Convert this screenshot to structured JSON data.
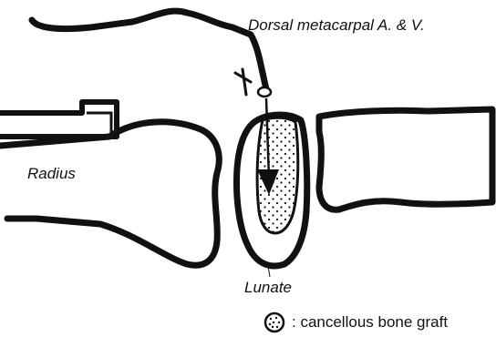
{
  "labels": {
    "vessel": "Dorsal metacarpal  A. & V.",
    "radius": "Radius",
    "lunate": "Lunate"
  },
  "legend": {
    "text": ": cancellous bone graft"
  },
  "colors": {
    "ink": "#111111",
    "background": "#ffffff"
  }
}
